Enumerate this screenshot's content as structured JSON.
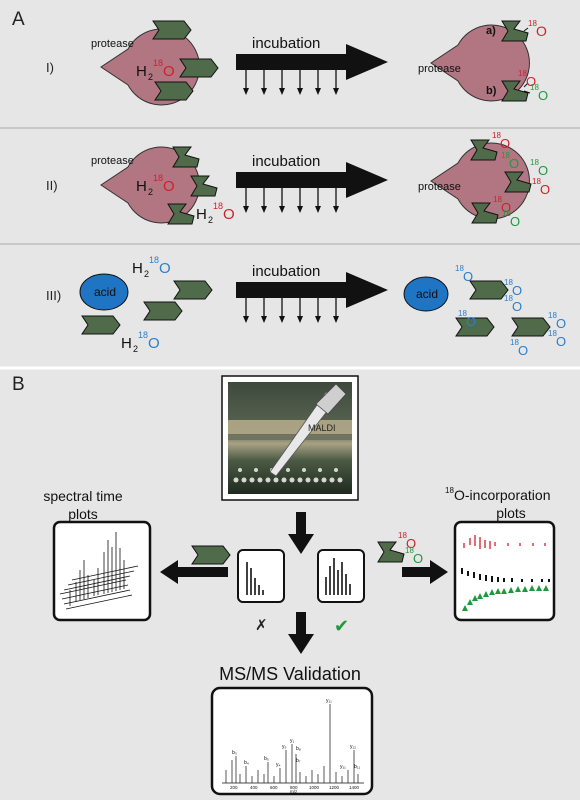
{
  "panel_a": {
    "letter": "A",
    "rows": [
      {
        "roman": "I)",
        "enzyme": "protease",
        "water_main": "H",
        "water_sub": "2",
        "water_iso": "18",
        "water_atom": "O",
        "arrow_label": "incubation",
        "product_enzyme": "protease",
        "product_a": "a)",
        "product_b": "b)"
      },
      {
        "roman": "II)",
        "enzyme": "protease",
        "water_main": "H",
        "water_sub": "2",
        "water_iso": "18",
        "water_atom": "O",
        "arrow_label": "incubation",
        "product_enzyme": "protease"
      },
      {
        "roman": "III)",
        "enzyme": "acid",
        "water_main": "H",
        "water_sub": "2",
        "water_iso": "18",
        "water_atom": "O",
        "arrow_label": "incubation",
        "product_enzyme": "acid"
      }
    ],
    "isotope": "18",
    "atom": "O"
  },
  "panel_b": {
    "letter": "B",
    "photo_label": "MALDI",
    "left_title_1": "spectral time",
    "left_title_2": "plots",
    "right_title_sup": "18",
    "right_title_1": "O-incorporation",
    "right_title_2": "plots",
    "fail_mark": "✗",
    "pass_mark": "✔",
    "validation_title": "MS/MS Validation",
    "spectrum_labels": [
      "y₁₁",
      "y₁",
      "b₈",
      "y₅",
      "b₃",
      "b₄",
      "b₅",
      "y₄",
      "b₇",
      "y₁₂",
      "y₁₁",
      "b₁₁"
    ],
    "spectrum_axis": [
      "200",
      "400",
      "600",
      "800",
      "1000",
      "1200",
      "1400"
    ],
    "spectrum_xlabel": "m/z"
  },
  "colors": {
    "panel_bg": "#e6e6e6",
    "peptide": "#4f6b4a",
    "protease": "#b27683",
    "acid": "#1f74c4",
    "red_o": "#d0202a",
    "green_o": "#1e9a3e",
    "blue_o": "#2a7fce"
  }
}
